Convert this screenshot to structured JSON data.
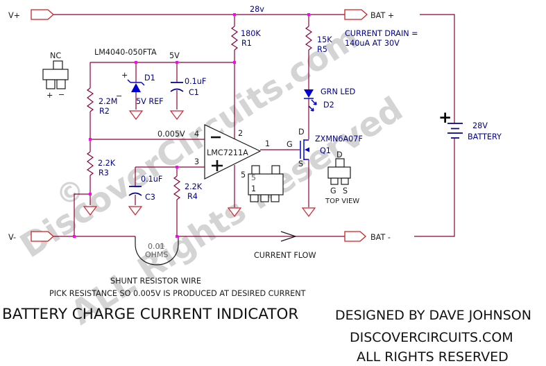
{
  "schematic": {
    "title": "BATTERY CHARGE CURRENT INDICATOR",
    "credits": {
      "designed_by": "DESIGNED BY DAVE JOHNSON",
      "site": "DISCOVERCIRCUITS.COM",
      "rights": "ALL RIGHTS RESERVED"
    },
    "watermark": {
      "line1": "DiscoverCircuits.com",
      "line2": "ALL Rights Reserved",
      "copyright": "©"
    },
    "ports": {
      "v_plus": "V+",
      "v_minus": "V-",
      "bat_plus": "BAT +",
      "bat_minus": "BAT -"
    },
    "nets": {
      "rail_28v": "28v",
      "ref_5v": "5V",
      "sense_mv": "0.005V",
      "nc": "NC"
    },
    "notes": {
      "current_drain_line1": "CURRENT DRAIN =",
      "current_drain_line2": "140uA AT 30V",
      "current_flow": "CURRENT FLOW",
      "shunt_line1": "SHUNT RESISTOR WIRE",
      "shunt_line2": "PICK RESISTANCE SO 0.005V IS PRODUCED AT DESIRED CURRENT",
      "top_view": "TOP VIEW"
    },
    "components": {
      "r1": {
        "value": "180K",
        "ref": "R1"
      },
      "r2": {
        "value": "2.2M",
        "ref": "R2"
      },
      "r3": {
        "value": "2.2K",
        "ref": "R3"
      },
      "r4": {
        "value": "2.2K",
        "ref": "R4"
      },
      "r5": {
        "value": "15K",
        "ref": "R5"
      },
      "c1": {
        "value": "0.1uF",
        "ref": "C1"
      },
      "c3": {
        "value": "0.1uF",
        "ref": "C3"
      },
      "d1": {
        "part": "LM4040-050FTA",
        "ref": "D1",
        "function": "5V REF",
        "plus": "+",
        "minus": "−"
      },
      "d2": {
        "type": "GRN LED",
        "ref": "D2"
      },
      "q1": {
        "part": "ZXMN6A07F",
        "ref": "Q1",
        "pin_d": "D",
        "pin_g": "G",
        "pin_s": "S"
      },
      "u1": {
        "part": "LMC7211A",
        "pin_out": "1",
        "pin_vplus": "2",
        "pin_in_plus": "3",
        "pin_in_minus": "4",
        "pin_vminus": "5"
      },
      "shunt": {
        "value": "0.01",
        "unit": "OHMS"
      },
      "battery": {
        "plus": "+",
        "value": "28V",
        "label": "BATTERY"
      }
    },
    "package_pins": {
      "sot5_pin5": "5",
      "sot5_pin1": "1",
      "tv_d": "D",
      "tv_g": "G",
      "tv_s": "S"
    }
  },
  "colors": {
    "wire": "#8e0038",
    "node": "#ff00ff",
    "port_outline": "#cc2222",
    "ground": "#cc2233",
    "component_blue": "#0000d0",
    "label_navy": "#00008b",
    "text_black": "#1a1a1a",
    "watermark_grey": "#9a9a9a"
  }
}
